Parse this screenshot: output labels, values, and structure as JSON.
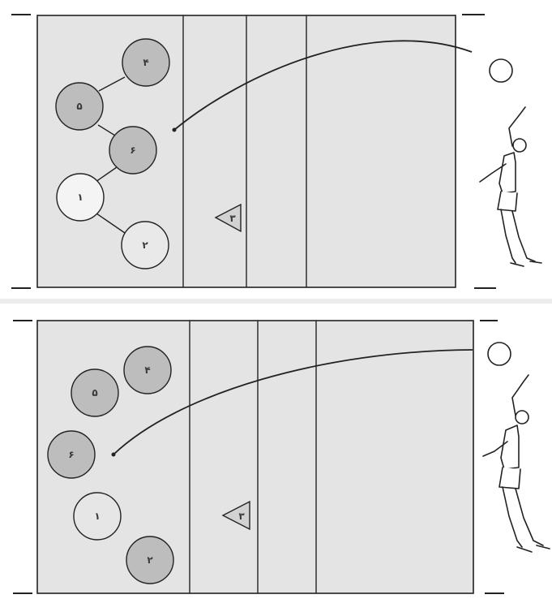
{
  "diagrams": [
    {
      "id": "top",
      "players": [
        {
          "label": "۴",
          "shade": "#bdbdbd"
        },
        {
          "label": "۵",
          "shade": "#bdbdbd"
        },
        {
          "label": "۶",
          "shade": "#bdbdbd"
        },
        {
          "label": "۱",
          "shade": "#f4f4f4"
        },
        {
          "label": "۲",
          "shade": "#e9e9e9"
        }
      ],
      "setter": {
        "label": "۳"
      }
    },
    {
      "id": "bottom",
      "players": [
        {
          "label": "۴",
          "shade": "#bdbdbd"
        },
        {
          "label": "۵",
          "shade": "#bdbdbd"
        },
        {
          "label": "۶",
          "shade": "#bdbdbd"
        },
        {
          "label": "۱",
          "shade": "#e6e6e6"
        },
        {
          "label": "۲",
          "shade": "#bdbdbd"
        }
      ],
      "setter": {
        "label": "۳"
      }
    }
  ],
  "colors": {
    "court": "#e4e4e4",
    "line": "#222222",
    "background": "#ffffff"
  }
}
